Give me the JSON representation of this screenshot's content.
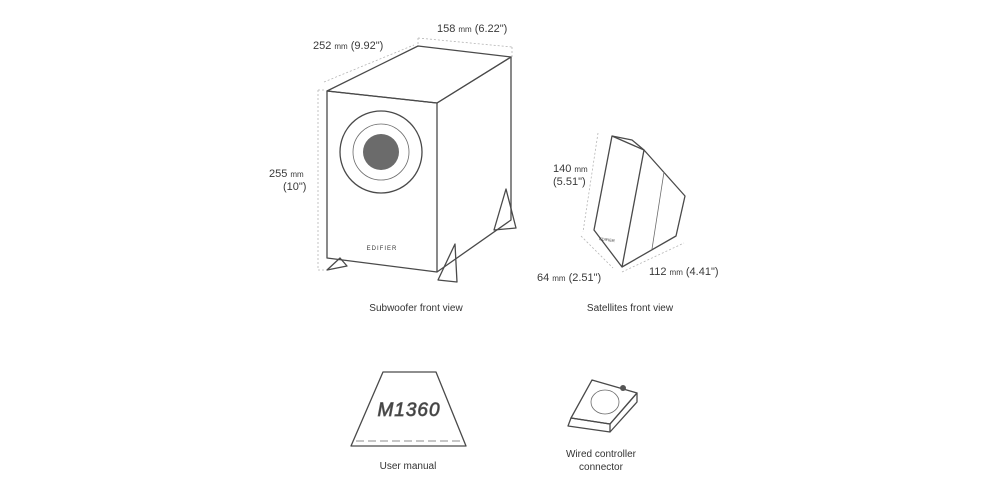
{
  "subwoofer": {
    "depth_value": "252",
    "depth_unit": "mm",
    "depth_inch": "(9.92\")",
    "width_value": "158",
    "width_unit": "mm",
    "width_inch": "(6.22\")",
    "height_value": "255",
    "height_unit": "mm",
    "height_inch": "(10\")",
    "brand": "EDIFIER",
    "caption": "Subwoofer front view"
  },
  "satellite": {
    "height_value": "140",
    "height_unit": "mm",
    "height_inch": "(5.51\")",
    "width_value": "64",
    "width_unit": "mm",
    "width_inch": "(2.51\")",
    "depth_value": "112",
    "depth_unit": "mm",
    "depth_inch": "(4.41\")",
    "brand": "EDIFIER",
    "caption": "Satellites front view"
  },
  "manual": {
    "model": "M1360",
    "caption": "User manual"
  },
  "controller": {
    "caption_line1": "Wired controller",
    "caption_line2": "connector"
  }
}
